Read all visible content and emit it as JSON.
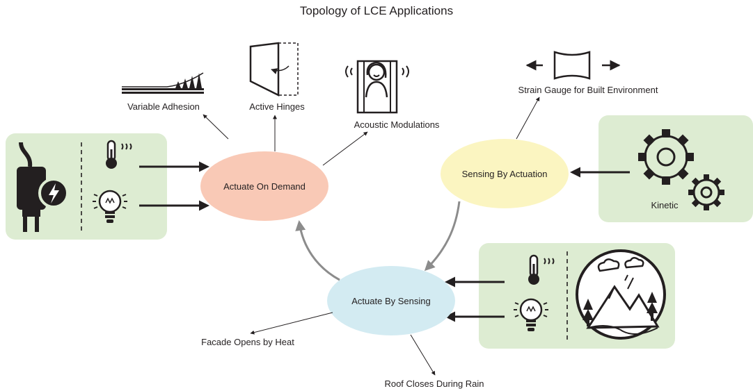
{
  "title": "Topology of LCE Applications",
  "nodes": {
    "actuate_on_demand": "Actuate On Demand",
    "sensing_by_actuation": "Sensing By Actuation",
    "actuate_by_sensing": "Actuate By Sensing"
  },
  "applications": {
    "variable_adhesion": "Variable Adhesion",
    "active_hinges": "Active Hinges",
    "acoustic_modulations": "Acoustic Modulations",
    "strain_gauge": "Strain Gauge for Built Environment",
    "facade_opens": "Facade Opens by Heat",
    "roof_closes": "Roof Closes During Rain"
  },
  "inputs": {
    "kinetic": "Kinetic"
  },
  "colors": {
    "actuate_on_demand": "#f9c9b6",
    "sensing_by_actuation": "#fbf5c1",
    "actuate_by_sensing": "#d3ebf2",
    "input_panel": "#ddecd2",
    "cycle_arrow": "#8c8c8c",
    "ink": "#231f20"
  }
}
